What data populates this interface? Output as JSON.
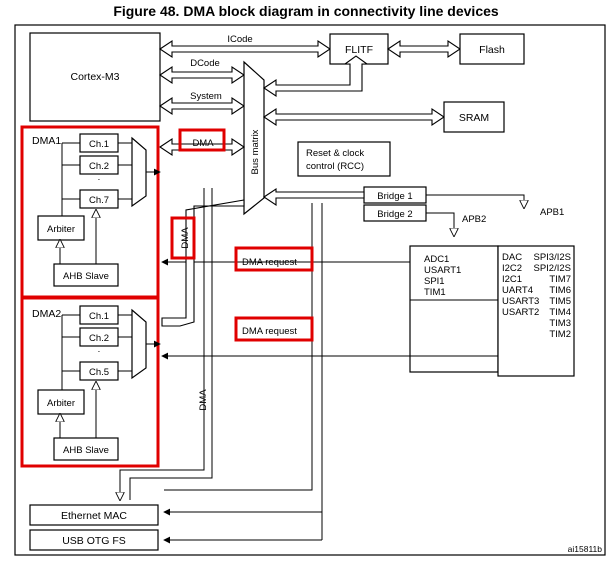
{
  "title": "Figure 48. DMA block diagram in connectivity line devices",
  "blocks": {
    "cortex": "Cortex-M3",
    "flitf": "FLITF",
    "flash": "Flash",
    "sram": "SRAM",
    "rcc_line1": "Reset & clock",
    "rcc_line2": "control (RCC)",
    "bus_matrix": "Bus matrix",
    "bridge1": "Bridge  1",
    "bridge2": "Bridge  2",
    "ethernet": "Ethernet MAC",
    "usb": "USB OTG FS"
  },
  "buses": {
    "icode": "ICode",
    "dcode": "DCode",
    "system": "System",
    "dma": "DMA",
    "dma_vertical": "DMA",
    "dma_long": "DMA",
    "apb2": "APB2",
    "apb1": "APB1"
  },
  "dma1": {
    "label": "DMA1",
    "channels": [
      "Ch.1",
      "Ch.2",
      "·",
      "Ch.7"
    ],
    "arbiter": "Arbiter",
    "ahb_slave": "AHB Slave"
  },
  "dma2": {
    "label": "DMA2",
    "channels": [
      "Ch.1",
      "Ch.2",
      "·",
      "Ch.5"
    ],
    "arbiter": "Arbiter",
    "ahb_slave": "AHB Slave"
  },
  "requests": {
    "req1": "DMA request",
    "req2": "DMA request"
  },
  "apb2_peripherals": [
    "ADC1",
    "USART1",
    "SPI1",
    "TIM1"
  ],
  "apb1_peripherals_col1": [
    "DAC",
    "I2C2",
    "I2C1",
    "UART4",
    "USART3",
    "USART2"
  ],
  "apb1_peripherals_col2": [
    "SPI3/I2S",
    "SPI2/I2S",
    "TIM7",
    "TIM6",
    "TIM5",
    "TIM4",
    "TIM3",
    "TIM2"
  ],
  "ref": "ai15811b",
  "colors": {
    "highlight": "#e00000",
    "stroke": "#000000"
  }
}
